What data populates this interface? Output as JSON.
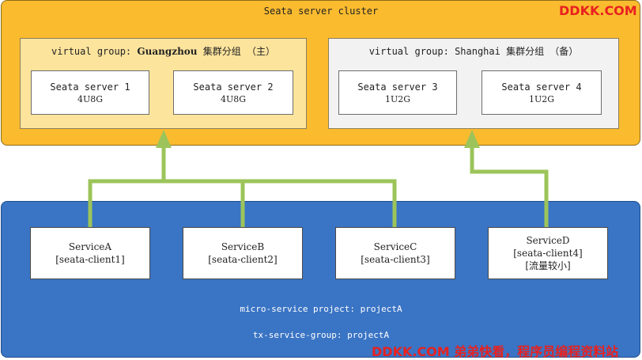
{
  "cluster": {
    "title": "Seata server cluster"
  },
  "groups": [
    {
      "prefix": "virtual group: ",
      "name": "Guangzhou",
      "suffix": " 集群分组 （主）",
      "servers": [
        {
          "name": "Seata server 1",
          "spec": "4U8G"
        },
        {
          "name": "Seata server 2",
          "spec": "4U8G"
        }
      ]
    },
    {
      "prefix": "virtual group: ",
      "name": "Shanghai",
      "suffix": " 集群分组 （备）",
      "servers": [
        {
          "name": "Seata server 3",
          "spec": "1U2G"
        },
        {
          "name": "Seata server 4",
          "spec": "1U2G"
        }
      ]
    }
  ],
  "services": [
    {
      "name": "ServiceA",
      "client": "[seata-client1]"
    },
    {
      "name": "ServiceB",
      "client": "[seata-client2]"
    },
    {
      "name": "ServiceC",
      "client": "[seata-client3]"
    },
    {
      "name": "ServiceD",
      "client": "[seata-client4]",
      "note": "[流量较小]"
    }
  ],
  "project": {
    "line1": "micro-service project: projectA",
    "line2": "tx-service-group: projectA"
  },
  "watermarks": {
    "top": "DDKK.COM",
    "bottom": "DDKK.COM 弟弟快看，程序员编程资料站"
  },
  "colors": {
    "cluster": "#fbbb2f",
    "primary_group": "#fde49d",
    "backup_group": "#f2f2f2",
    "project": "#3a74c4",
    "connector": "#9cc45a",
    "watermark": "#e8211f"
  }
}
